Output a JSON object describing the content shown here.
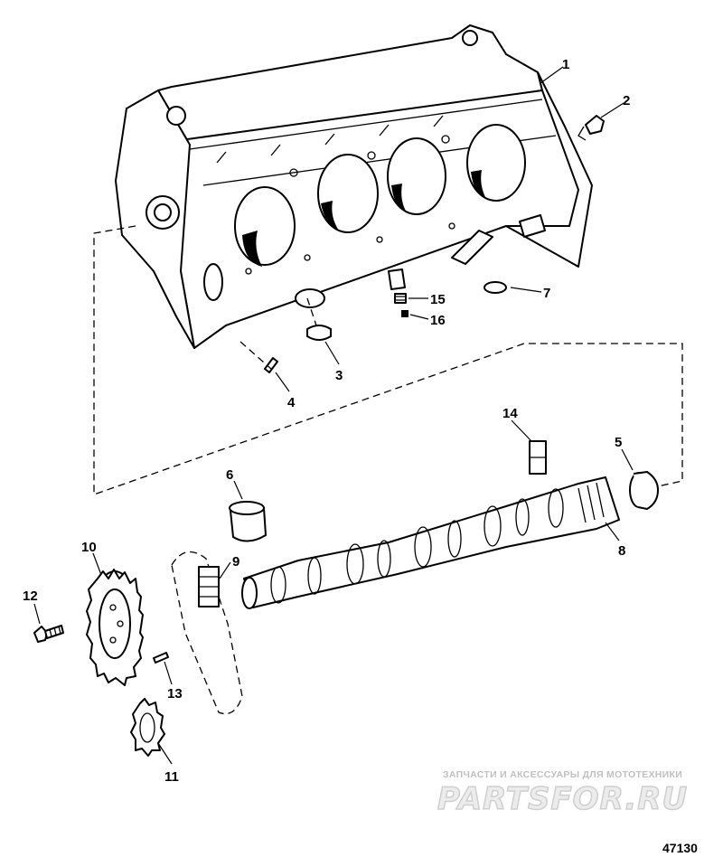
{
  "callouts": [
    {
      "id": "1",
      "label": "1"
    },
    {
      "id": "2",
      "label": "2"
    },
    {
      "id": "3",
      "label": "3"
    },
    {
      "id": "4",
      "label": "4"
    },
    {
      "id": "5",
      "label": "5"
    },
    {
      "id": "6",
      "label": "6"
    },
    {
      "id": "7",
      "label": "7"
    },
    {
      "id": "8",
      "label": "8"
    },
    {
      "id": "9",
      "label": "9"
    },
    {
      "id": "10",
      "label": "10"
    },
    {
      "id": "11",
      "label": "11"
    },
    {
      "id": "12",
      "label": "12"
    },
    {
      "id": "13",
      "label": "13"
    },
    {
      "id": "14",
      "label": "14"
    },
    {
      "id": "15",
      "label": "15"
    },
    {
      "id": "16",
      "label": "16"
    }
  ],
  "watermark": {
    "tagline": "ЗАПЧАСТИ И АКСЕССУАРЫ ДЛЯ МОТОТЕХНИКИ",
    "brand": "PARTSFOR.RU"
  },
  "figure_number": "47130"
}
